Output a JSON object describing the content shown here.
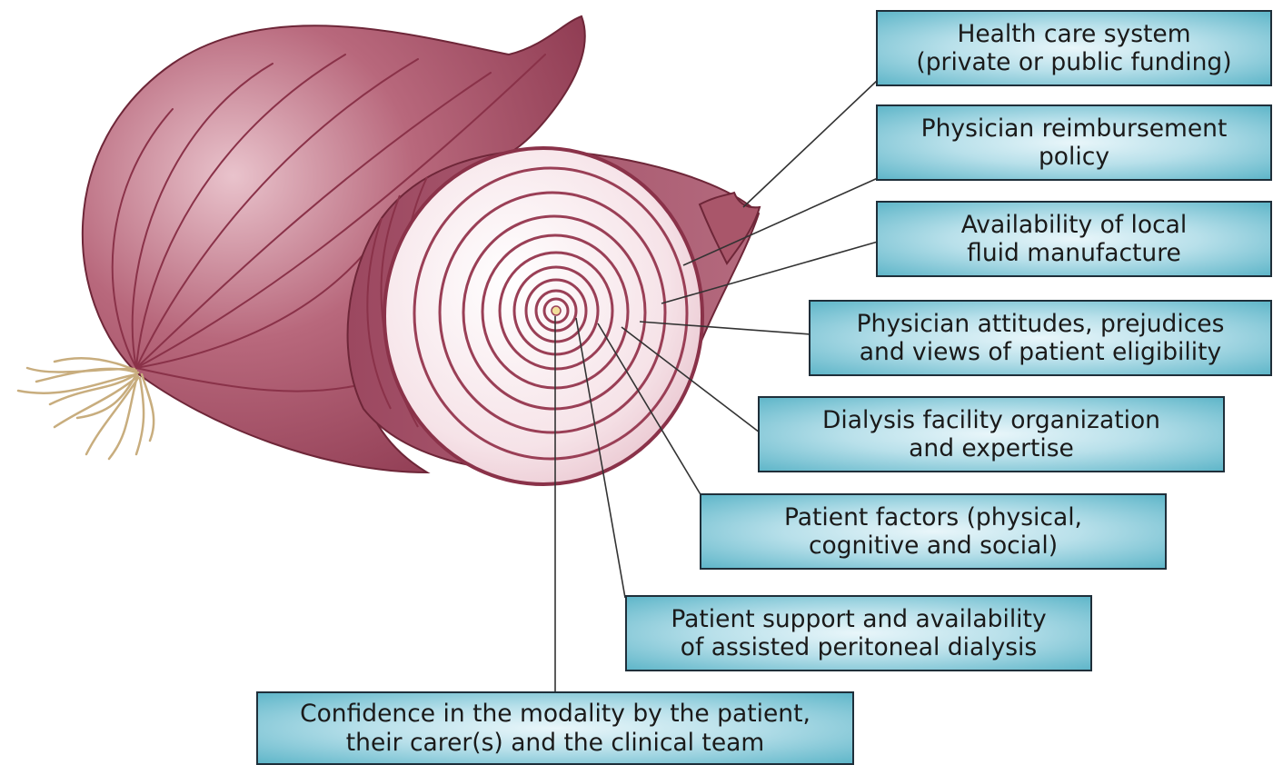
{
  "labels": [
    {
      "id": "health-care-system",
      "lines": [
        "Health care system",
        "(private or public funding)"
      ]
    },
    {
      "id": "physician-reimbursement",
      "lines": [
        "Physician reimbursement",
        "policy"
      ]
    },
    {
      "id": "local-fluid-manufacture",
      "lines": [
        "Availability of local",
        "fluid manufacture"
      ]
    },
    {
      "id": "physician-attitudes",
      "lines": [
        "Physician attitudes, prejudices",
        "and views of patient eligibility"
      ]
    },
    {
      "id": "dialysis-facility",
      "lines": [
        "Dialysis facility organization",
        "and expertise"
      ]
    },
    {
      "id": "patient-factors",
      "lines": [
        "Patient factors (physical,",
        "cognitive and social)"
      ]
    },
    {
      "id": "patient-support",
      "lines": [
        "Patient support and availability",
        "of assisted peritoneal dialysis"
      ]
    },
    {
      "id": "confidence-modality",
      "lines": [
        "Confidence in the modality by the patient,",
        "their carer(s) and the clinical team"
      ]
    }
  ],
  "colors": {
    "onion_skin": "#a9566a",
    "onion_vein": "#8a3249",
    "onion_flesh": "#f7e6ea",
    "ring": "#9a3f56",
    "roots": "#c8ad7e",
    "box_fill": "#7cc3d4",
    "box_border": "#1f2f3a",
    "leader_line": "#333333"
  }
}
